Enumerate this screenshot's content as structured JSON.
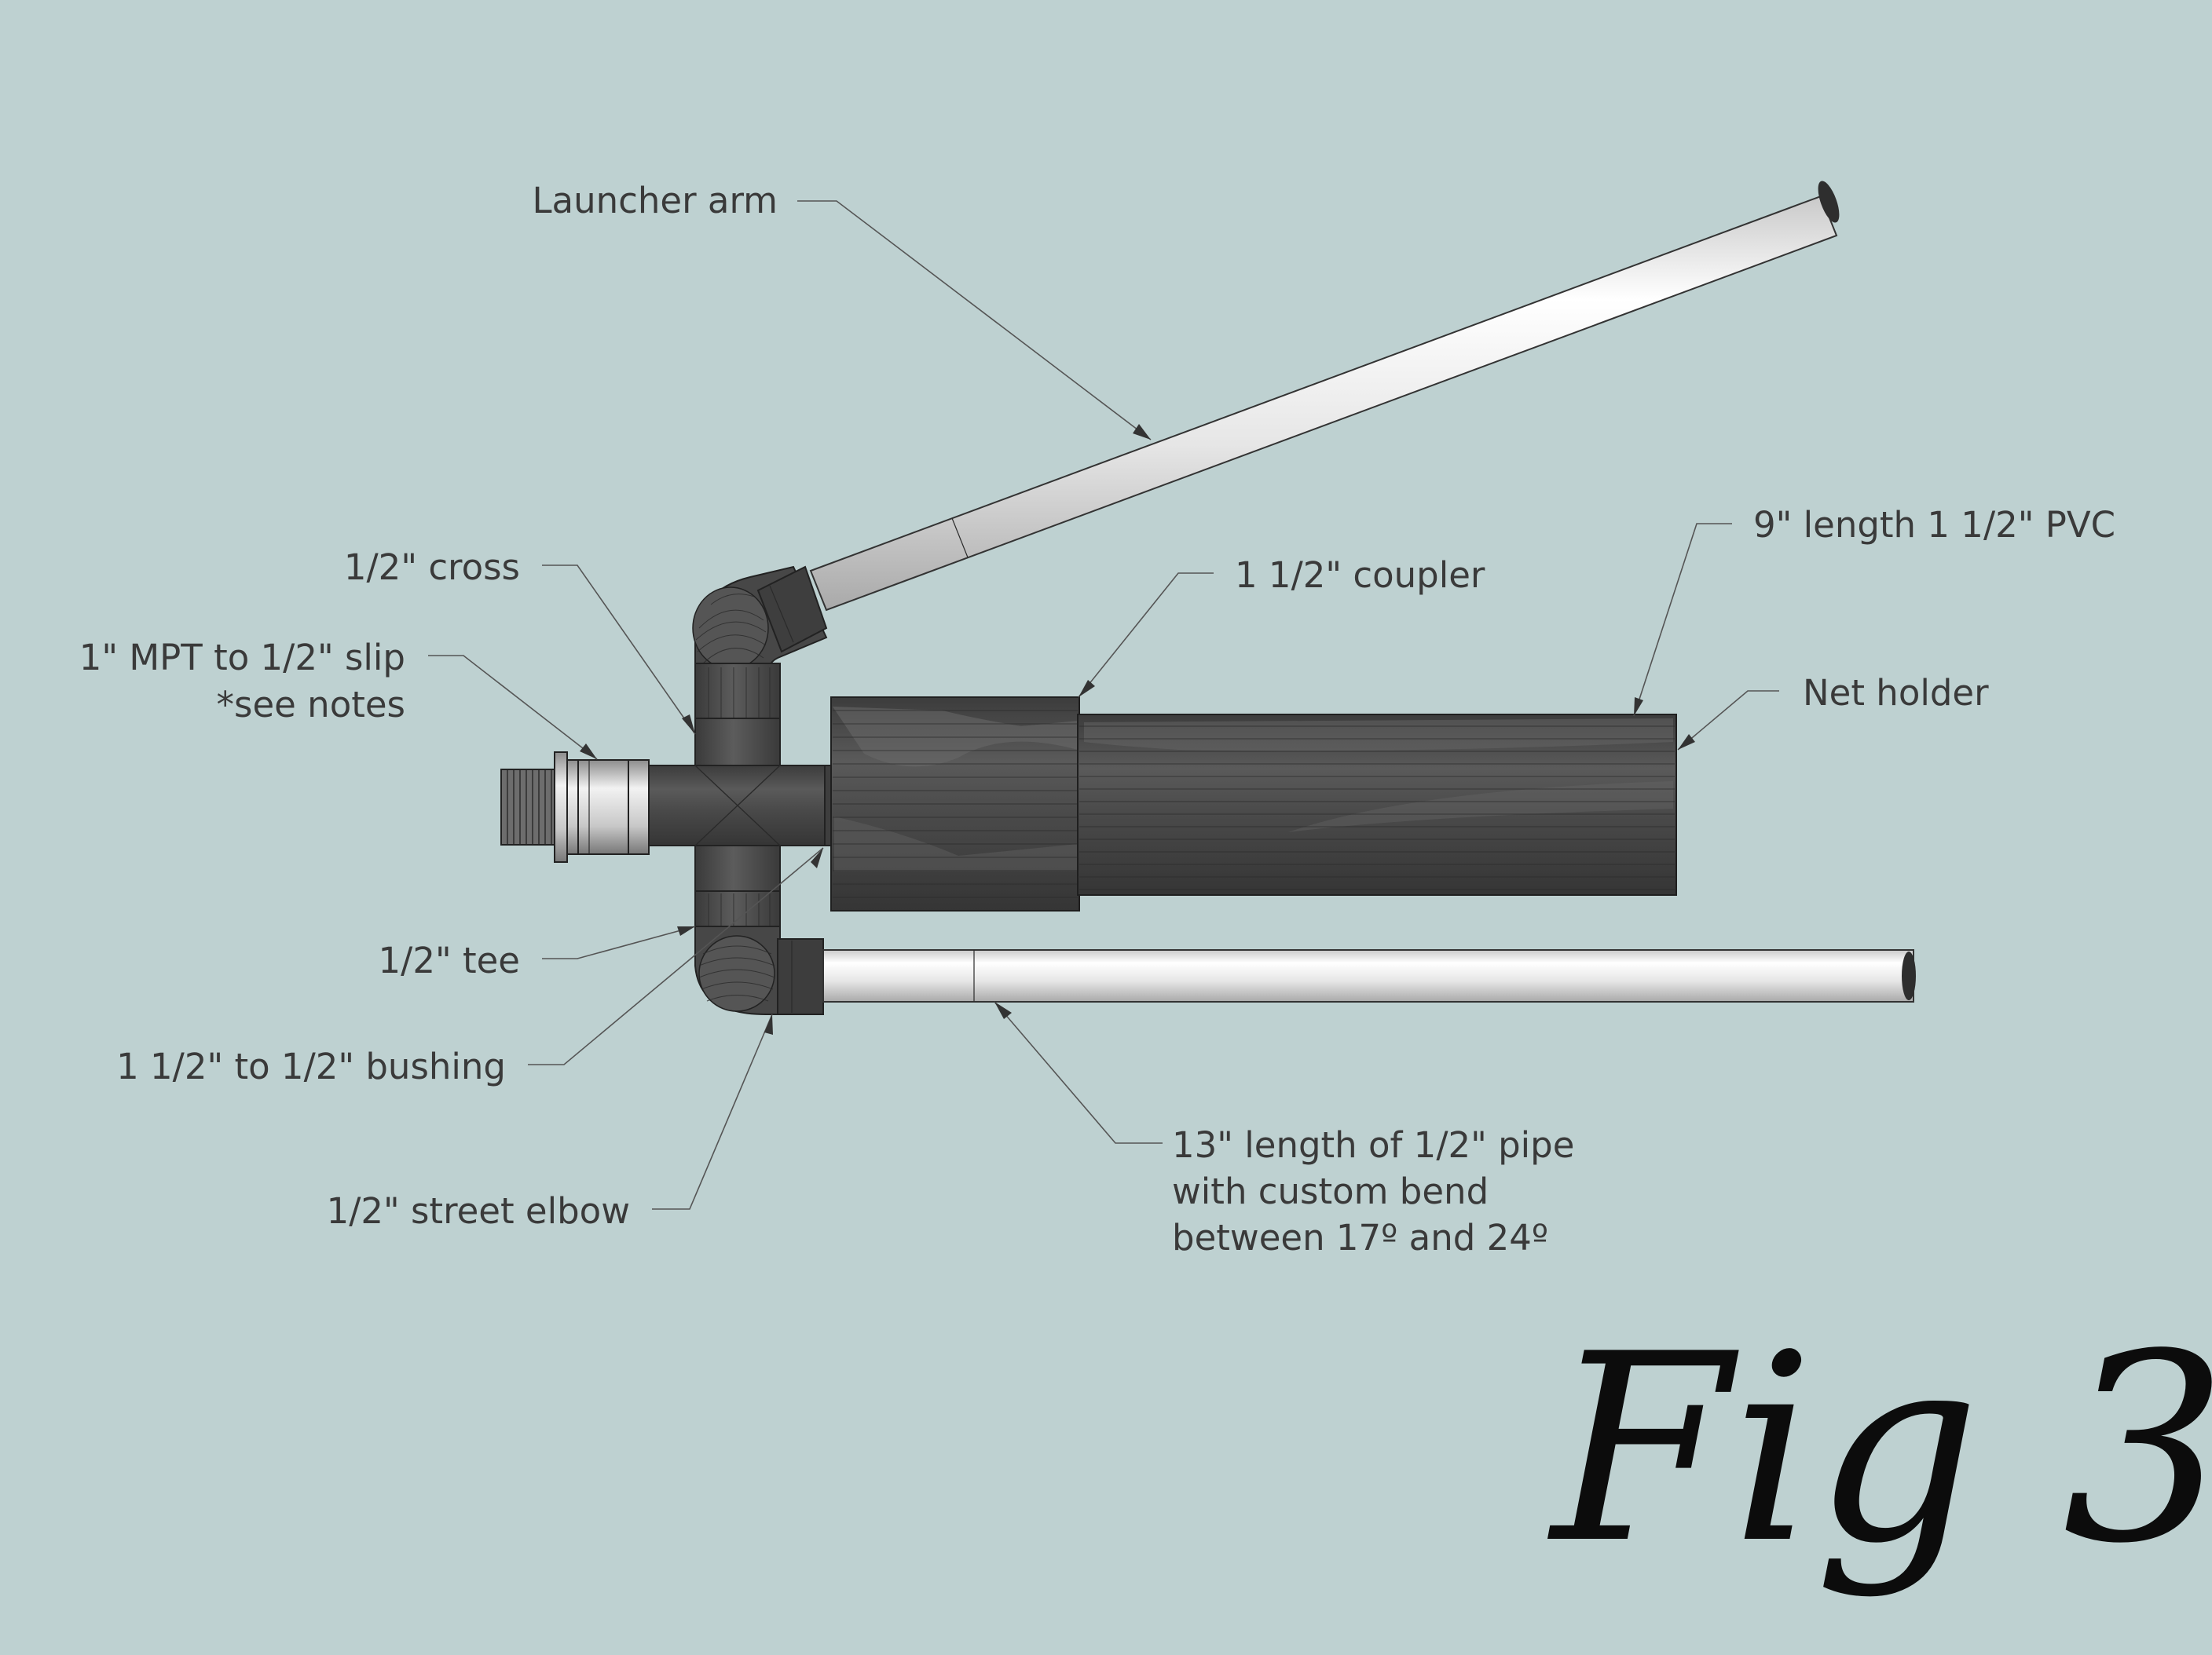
{
  "figure": {
    "title": "Fig 3."
  },
  "labels": {
    "launcher_arm": "Launcher arm",
    "cross": "1/2\" cross",
    "mpt_slip_line1": "1\" MPT to 1/2\" slip",
    "mpt_slip_line2": "*see notes",
    "coupler": "1 1/2\" coupler",
    "pvc_length": "9\" length 1 1/2\" PVC",
    "net_holder": "Net holder",
    "tee": "1/2\" tee",
    "bushing": "1 1/2\" to 1/2\" bushing",
    "street_elbow": "1/2\" street elbow",
    "pipe_line1": "13\" length of 1/2\" pipe",
    "pipe_line2": "with custom bend",
    "pipe_line3": "between 17º and 24º"
  },
  "colors": {
    "background": "#bed1d1",
    "pvc_dark": "#4a4a4a",
    "pipe_light": "#e9e9e9",
    "label_text": "#3a3a3a"
  }
}
